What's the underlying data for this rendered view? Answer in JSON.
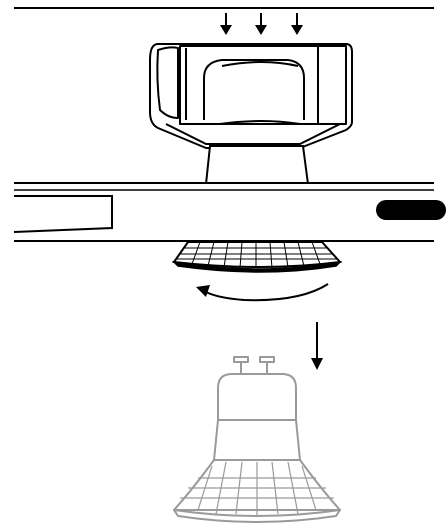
{
  "diagram": {
    "kind": "instruction-illustration",
    "steps": [
      "push-fixture-up",
      "rotate-counterclockwise",
      "pull-bulb-down"
    ],
    "colors": {
      "ink": "#000000",
      "paper": "#ffffff",
      "bulb_line": "#9a9a9a",
      "slot": "#000000"
    }
  }
}
